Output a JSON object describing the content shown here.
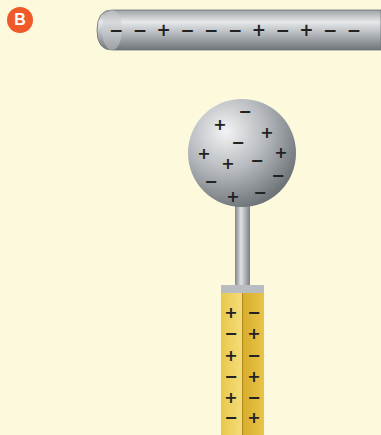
{
  "diagram": {
    "nodes": [
      {
        "text": [
          "B"
        ]
      }
    ],
    "labels": [
      "− − + − − − + − + − −",
      "+",
      "−",
      "+",
      "−",
      "+",
      "+",
      "−",
      "+",
      "−",
      "−",
      "+",
      "−",
      "+",
      "−",
      "−",
      "+",
      "+",
      "−",
      "−",
      "+",
      "+",
      "−",
      "−",
      "+"
    ]
  }
}
